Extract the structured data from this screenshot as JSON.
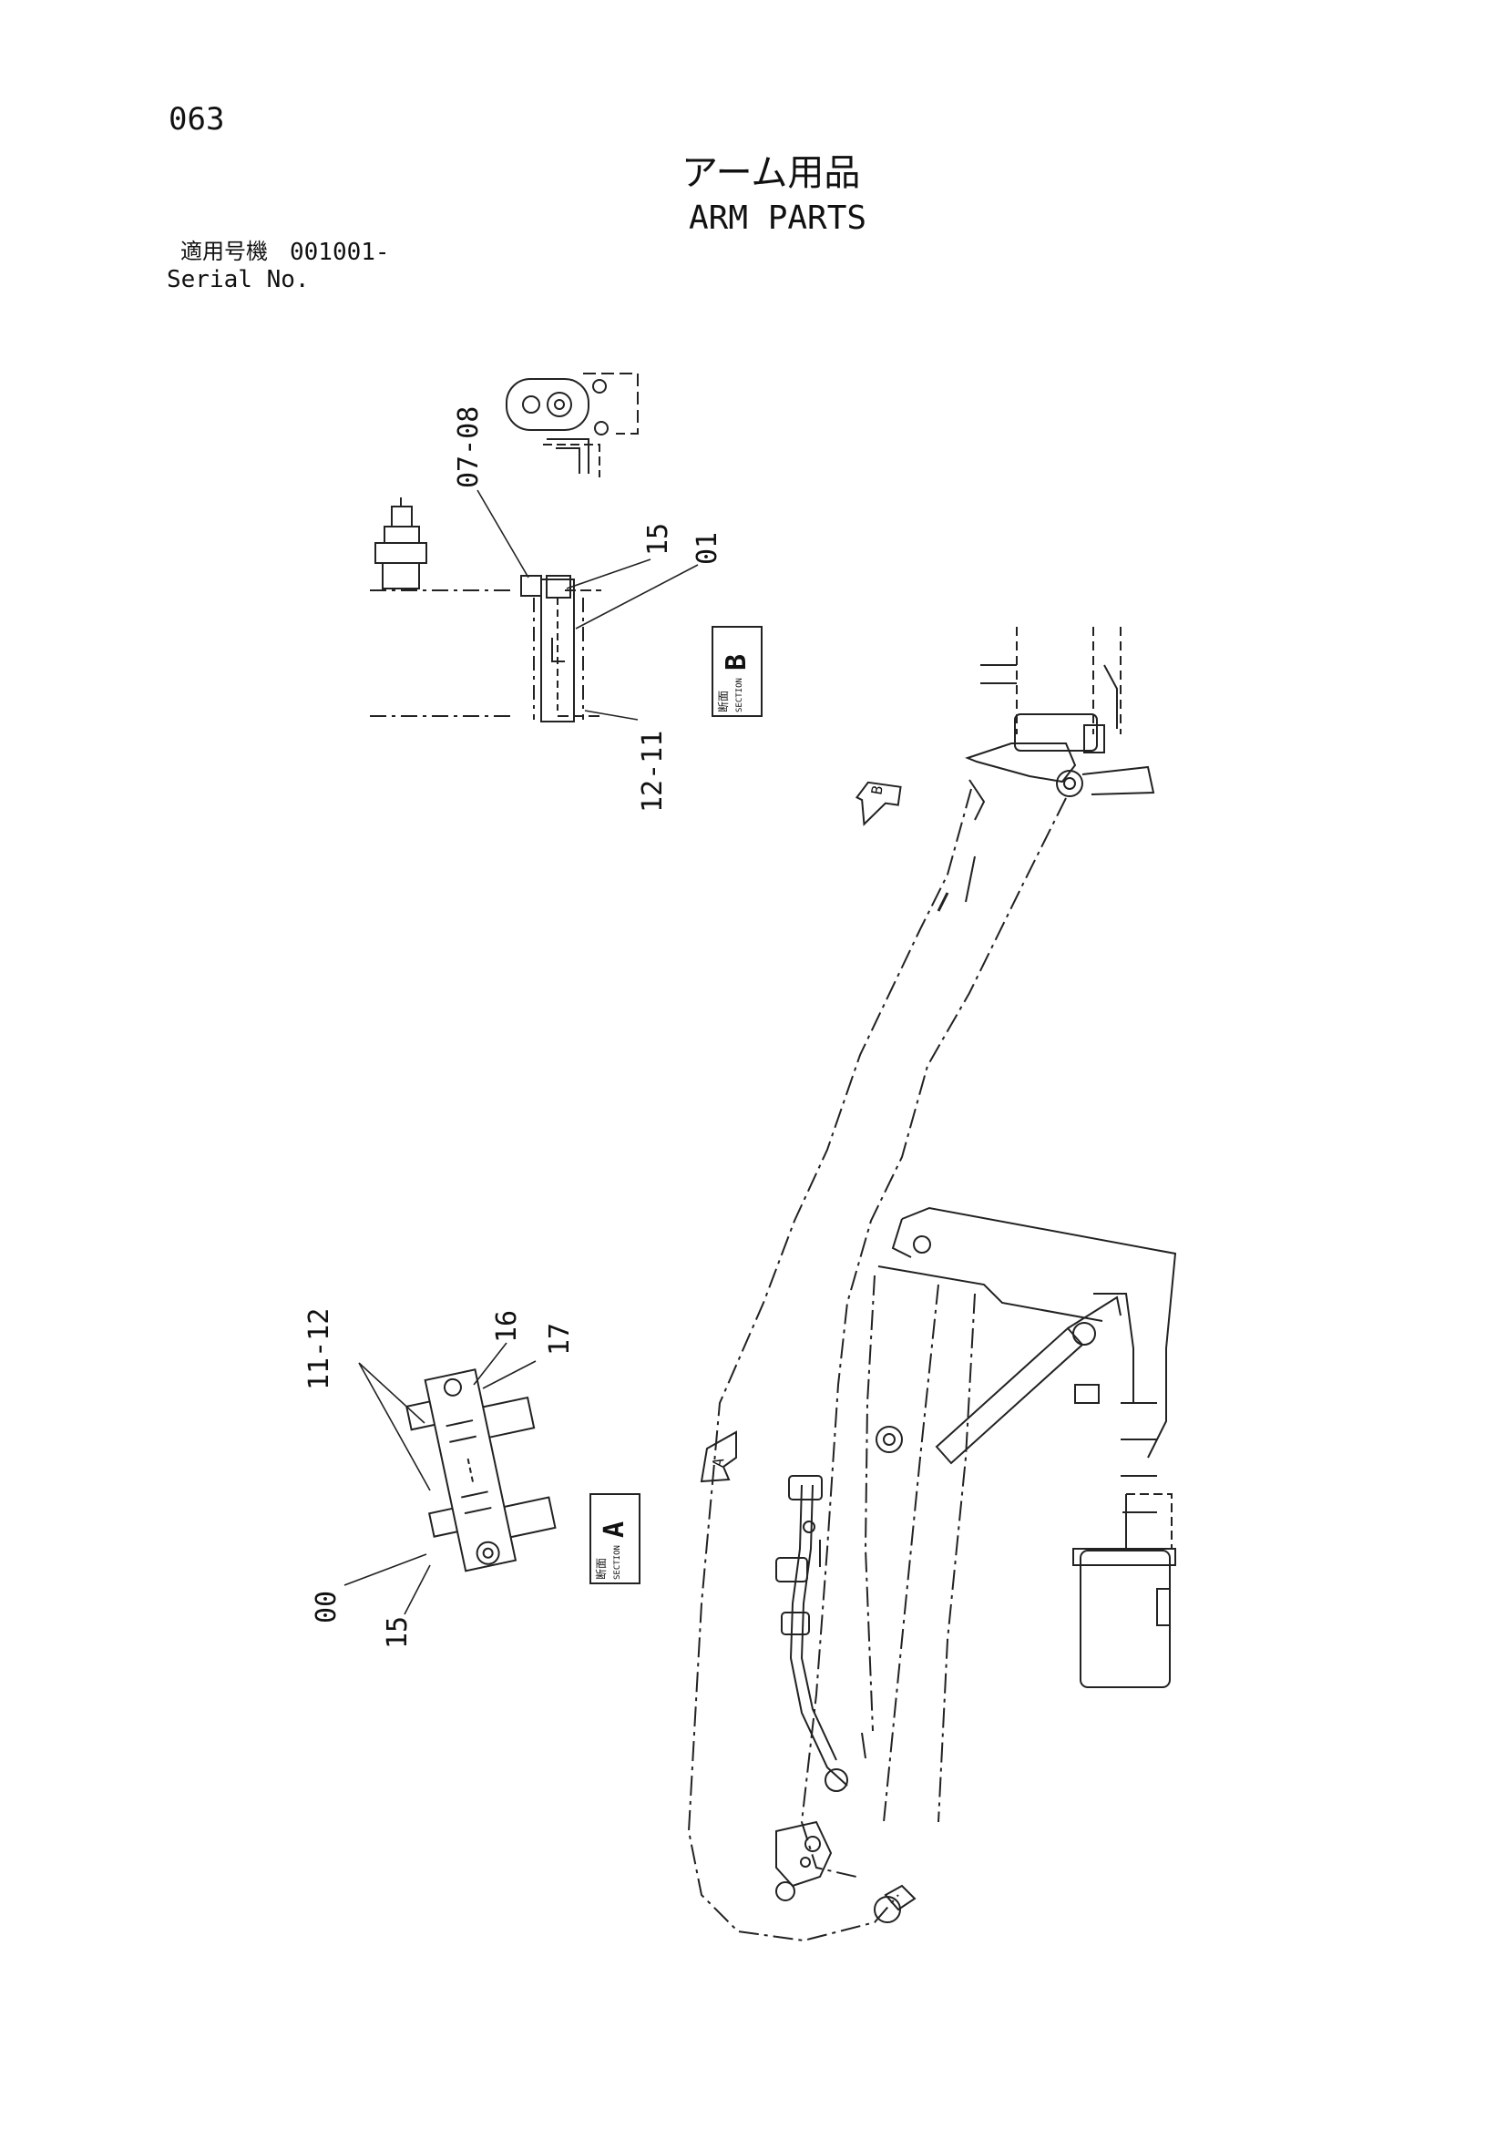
{
  "header": {
    "page_number": "063",
    "title_jp": "アーム用品",
    "title_en": "ARM PARTS",
    "serial_label_jp": "適用号機",
    "serial_value": "001001-",
    "serial_label_en": "Serial No."
  },
  "callouts_section_b": [
    "07-08",
    "15",
    "01",
    "12-11"
  ],
  "callouts_section_a": [
    "11-12",
    "16",
    "17",
    "00",
    "15"
  ],
  "section_tags": {
    "b": {
      "kanji": "断面",
      "word": "SECTION",
      "letter": "B"
    },
    "a": {
      "kanji": "断面",
      "word": "SECTION",
      "letter": "A"
    }
  },
  "view_arrows": {
    "b": "B",
    "a": "A"
  }
}
